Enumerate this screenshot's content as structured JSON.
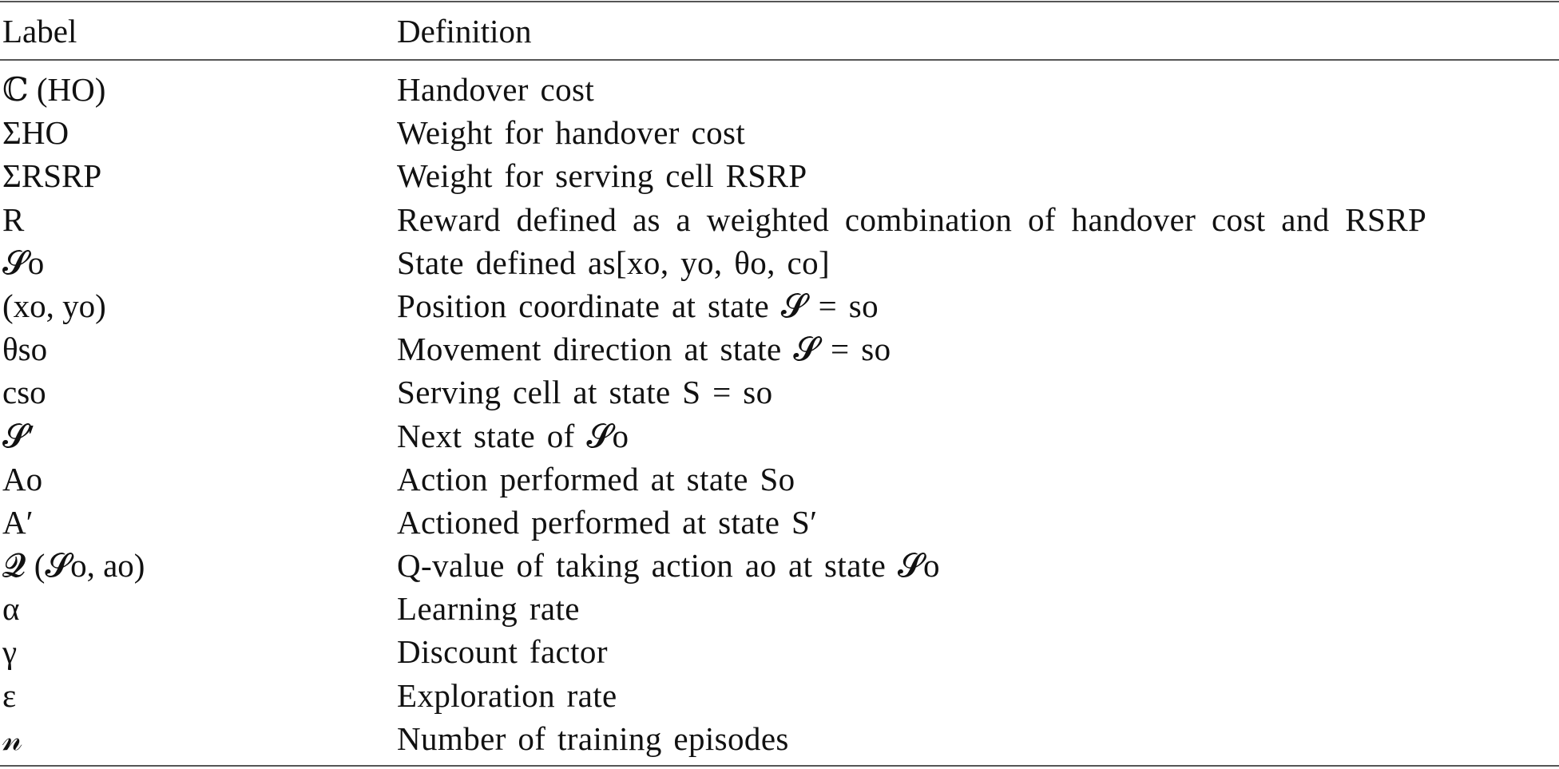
{
  "table": {
    "headers": {
      "label": "Label",
      "definition": "Definition"
    },
    "rows": [
      {
        "label": "ℂ (HO)",
        "definition": "Handover cost"
      },
      {
        "label": "ΣHO",
        "definition": "Weight for handover cost"
      },
      {
        "label": "ΣRSRP",
        "definition": "Weight for serving cell RSRP"
      },
      {
        "label": "R",
        "definition": "Reward defined as a weighted combination of handover cost and RSRP"
      },
      {
        "label": "𝓢o",
        "definition": "State defined as[xo, yo, θo, co]"
      },
      {
        "label": "(xo, yo)",
        "definition": "Position coordinate at state 𝓢 = so"
      },
      {
        "label": "θso",
        "definition": "Movement direction at state 𝓢 = so"
      },
      {
        "label": "cso",
        "definition": "Serving cell at state S = so"
      },
      {
        "label": "𝓢′",
        "definition": "Next state of 𝓢o"
      },
      {
        "label": "Ao",
        "definition": "Action performed at state So"
      },
      {
        "label": "A′",
        "definition": "Actioned performed at state S′"
      },
      {
        "label": "𝓠 (𝓢o, ao)",
        "definition": "Q-value of taking action ao at state 𝓢o"
      },
      {
        "label": "α",
        "definition": "Learning rate"
      },
      {
        "label": "γ",
        "definition": "Discount factor"
      },
      {
        "label": "ε",
        "definition": "Exploration rate"
      },
      {
        "label": "𝓃",
        "definition": "Number of training episodes"
      }
    ]
  }
}
